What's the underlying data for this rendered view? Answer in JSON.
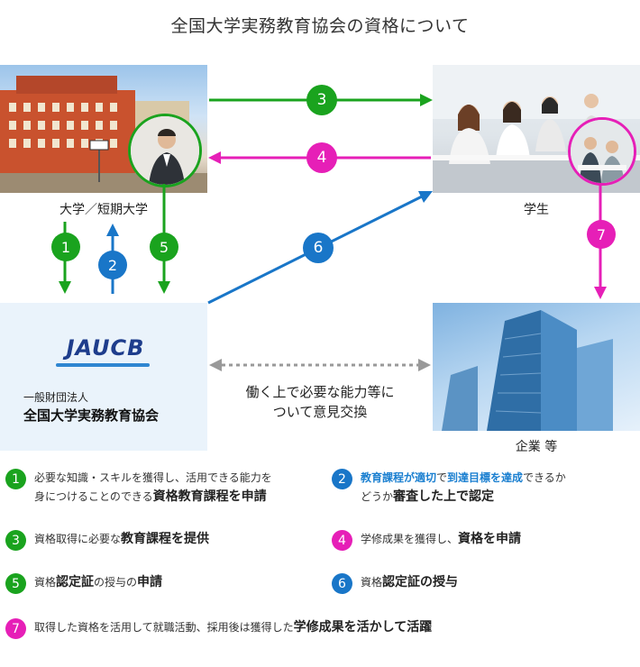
{
  "title": "全国大学実務教育協会の資格について",
  "nodes": {
    "university": "大学／短期大学",
    "student": "学生",
    "company": "企業 等",
    "association": {
      "logo": "JAUCB",
      "line1": "一般財団法人",
      "line2": "全国大学実務教育協会"
    }
  },
  "center_text": {
    "line1": "働く上で必要な能力等に",
    "line2": "ついて意見交換"
  },
  "steps": [
    "1",
    "2",
    "3",
    "4",
    "5",
    "6",
    "7"
  ],
  "colors": {
    "green": "#1aa31e",
    "blue": "#1976c8",
    "magenta": "#e61fb7",
    "dotted": "#999999"
  },
  "legend": {
    "s1_a": "必要な知識・スキルを獲得し、活用できる能力を",
    "s1_b": "身につけることのできる",
    "s1_c": "資格教育課程を申請",
    "s2_a": "教育課程が適切",
    "s2_b": "で",
    "s2_c": "到達目標を達成",
    "s2_d": "できるか",
    "s2_e": "どうか",
    "s2_f": "審査した上で認定",
    "s3_a": "資格取得に必要な",
    "s3_b": "教育課程を提供",
    "s4_a": "学修成果を獲得し、",
    "s4_b": "資格を申請",
    "s5_a": "資格",
    "s5_b": "認定証",
    "s5_c": "の授与の",
    "s5_d": "申請",
    "s6_a": "資格",
    "s6_b": "認定証の授与",
    "s7_a": "取得した資格を活用して就職活動、採用後は獲得した",
    "s7_b": "学修成果を活かして活躍"
  }
}
